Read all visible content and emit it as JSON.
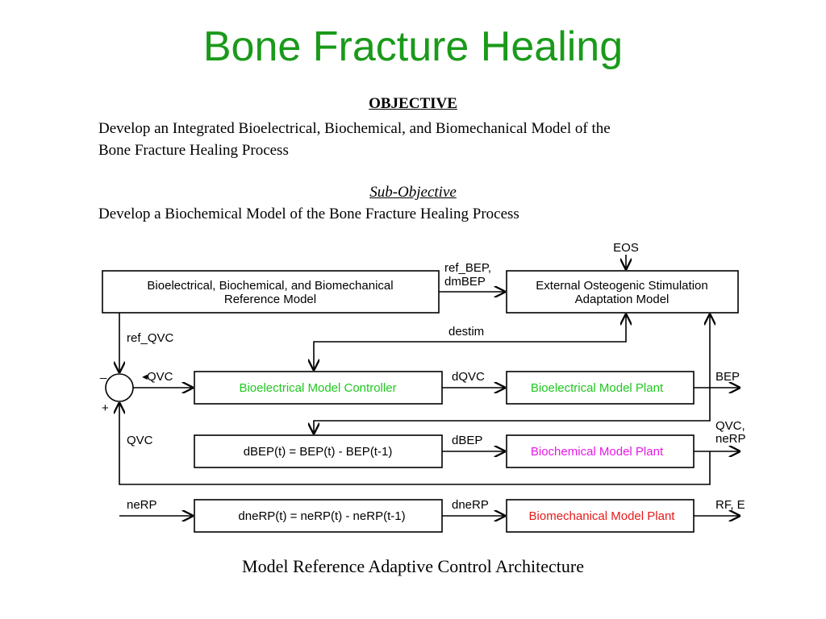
{
  "title": "Bone Fracture Healing",
  "objective": {
    "heading": "OBJECTIVE",
    "text_line1": "Develop an Integrated Bioelectrical, Biochemical, and  Biomechanical Model of the",
    "text_line2": "Bone Fracture Healing Process"
  },
  "sub_objective": {
    "heading": "Sub-Objective",
    "text": "Develop a Biochemical Model of the Bone Fracture Healing Process"
  },
  "diagram": {
    "blocks": {
      "reference_model_line1": "Bioelectrical, Biochemical, and Biomechanical",
      "reference_model_line2": "Reference Model",
      "stimulation_line1": "External Osteogenic Stimulation",
      "stimulation_line2": "Adaptation Model",
      "controller": "Bioelectrical Model Controller",
      "bioelectrical_plant": "Bioelectrical Model Plant",
      "dbep_block": "dBEP(t) = BEP(t) - BEP(t-1)",
      "biochemical_plant": "Biochemical Model Plant",
      "dnerp_block": "dneRP(t) = neRP(t) - neRP(t-1)",
      "biomechanical_plant": "Biomechanical Model Plant"
    },
    "signals": {
      "eos": "EOS",
      "ref_bep_line1": "ref_BEP,",
      "ref_bep_line2": "dmBEP",
      "destim": "destim",
      "ref_qvc": "ref_QVC",
      "qvc_out": "QVC",
      "dqvc": "dQVC",
      "bep": "BEP",
      "qvc_nerp_line1": "QVC,",
      "qvc_nerp_line2": "neRP",
      "qvc_fb": "QVC",
      "dbep": "dBEP",
      "nerp": "neRP",
      "dnerp": "dneRP",
      "rf_e": "RF, E",
      "minus": "_",
      "plus": "+"
    },
    "colors": {
      "green": "#1ec81e",
      "magenta": "#e619e6",
      "red": "#e61919"
    }
  },
  "caption": "Model Reference Adaptive Control Architecture"
}
